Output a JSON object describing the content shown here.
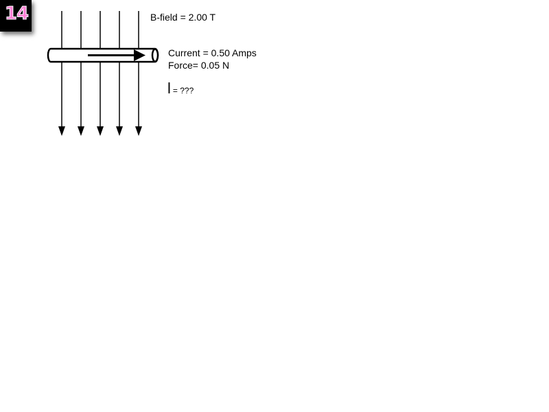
{
  "slide": {
    "number": "14",
    "badge_color": "#ff80d5"
  },
  "diagram": {
    "field_line_count": 5,
    "field_direction": "down",
    "current_direction": "right",
    "b_field_label": "B-field = 2.00 T",
    "current_label": "Current = 0.50 Amps",
    "force_label": "Force= 0.05 N",
    "unknown_symbol": "l",
    "unknown_value": "= ???"
  }
}
